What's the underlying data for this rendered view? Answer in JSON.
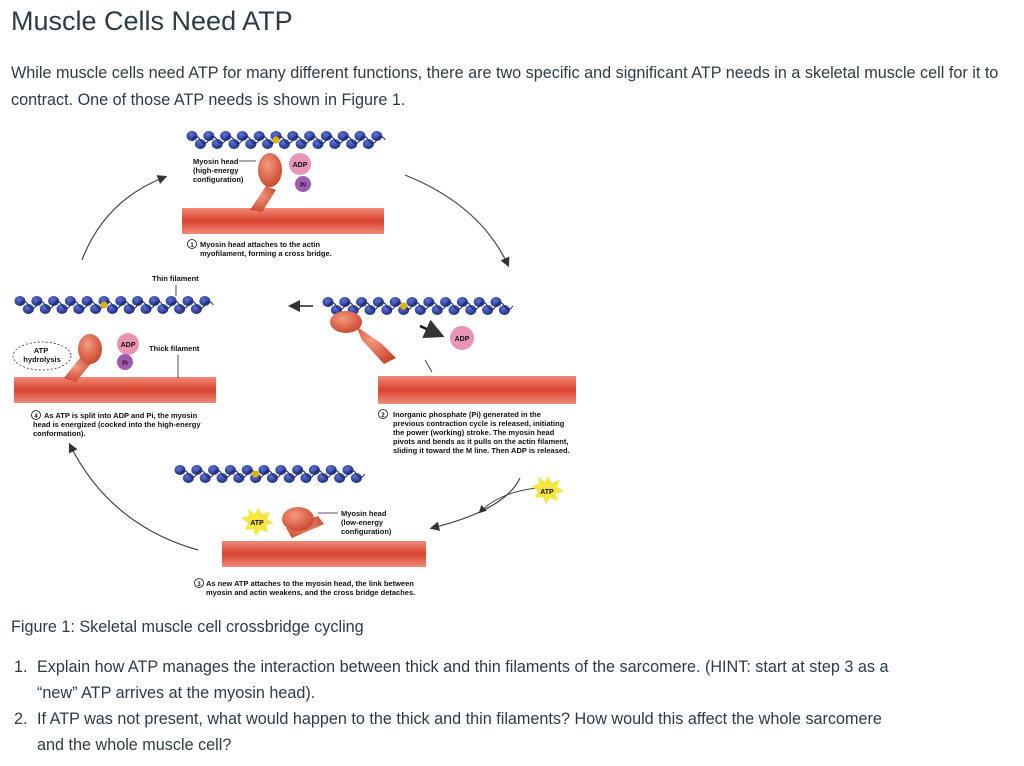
{
  "page": {
    "title": "Muscle Cells Need ATP",
    "intro": "While muscle cells need ATP for many different functions, there are two specific and significant ATP needs in a skeletal muscle cell for it to contract. One of those ATP needs is shown in Figure 1."
  },
  "figure": {
    "labels": {
      "myosin_head_high": [
        "Myosin head",
        "(high-energy",
        "configuration)"
      ],
      "adp": "ADP",
      "pi": "Pi",
      "atp": "ATP",
      "atp_hydrolysis": [
        "ATP",
        "hydrolysis"
      ],
      "thin_filament": "Thin filament",
      "thick_filament": "Thick filament",
      "myosin_head_low": [
        "Myosin head",
        "(low-energy",
        "configuration)"
      ]
    },
    "steps": [
      {
        "num": "1",
        "lines": [
          "Myosin head attaches to the actin",
          "myofilament, forming a cross bridge."
        ]
      },
      {
        "num": "2",
        "lines": [
          "Inorganic phosphate (Pi) generated in the",
          "previous contraction cycle is released, initiating",
          "the power (working) stroke. The myosin head",
          "pivots and bends as it pulls on the actin filament,",
          "sliding it toward the M line. Then ADP is released."
        ]
      },
      {
        "num": "3",
        "lines": [
          "As new ATP attaches to the myosin head, the link between",
          "myosin and actin weakens, and the cross bridge detaches."
        ]
      },
      {
        "num": "4",
        "lines": [
          "As ATP is split into ADP and Pi, the myosin",
          "head is energized (cocked into the high-energy",
          "conformation)."
        ]
      }
    ]
  },
  "caption": "Figure 1: Skeletal muscle cell crossbridge cycling",
  "questions": [
    {
      "num": "1.",
      "text": "Explain how ATP manages the interaction between thick and thin filaments of the sarcomere. (HINT: start at step 3 as a “new” ATP arrives at the myosin head)."
    },
    {
      "num": "2.",
      "text": "If ATP was not present, what would happen to the thick and thin filaments? How would this affect the whole sarcomere and the whole muscle cell?"
    }
  ],
  "colors": {
    "actin": "#2e3f9e",
    "tropomyosin": "#d9b400",
    "thick_filament": "#e25a48",
    "myosin_head": "#e0664d",
    "pi": "#a05ab4",
    "adp": "#e894b6",
    "atp_burst": "#f5e642",
    "text": "#2d3b45"
  }
}
